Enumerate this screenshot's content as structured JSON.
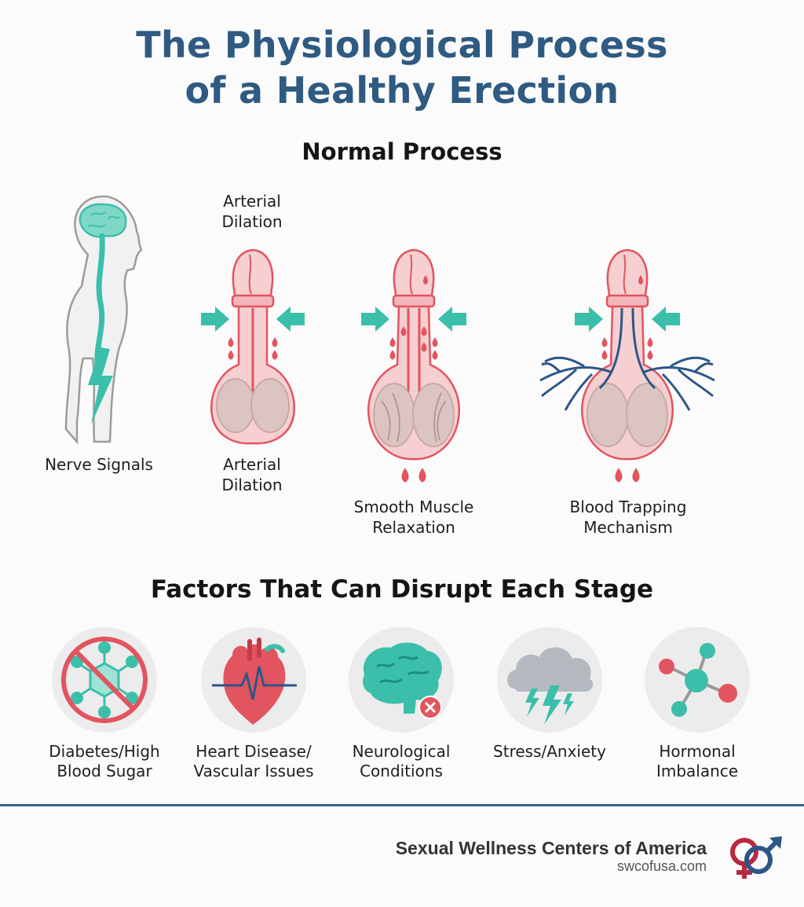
{
  "title_line1": "The Physiological Process",
  "title_line2": "of a Healthy Erection",
  "normal_heading": "Normal Process",
  "stages": {
    "nerve": "Nerve Signals",
    "arterial_top_1": "Arterial",
    "arterial_top_2": "Dilation",
    "arterial_bottom_1": "Arterial",
    "arterial_bottom_2": "Dilation",
    "smooth_1": "Smooth Muscle",
    "smooth_2": "Relaxation",
    "trap_1": "Blood Trapping",
    "trap_2": "Mechanism"
  },
  "factors_heading": "Factors That Can Disrupt Each Stage",
  "factors": [
    {
      "line1": "Diabetes/High",
      "line2": "Blood Sugar",
      "icon": "prohibited-molecule-icon"
    },
    {
      "line1": "Heart Disease/",
      "line2": "Vascular Issues",
      "icon": "heart-pulse-icon"
    },
    {
      "line1": "Neurological",
      "line2": "Conditions",
      "icon": "brain-x-icon"
    },
    {
      "line1": "Stress/Anxiety",
      "line2": "",
      "icon": "storm-cloud-icon"
    },
    {
      "line1": "Hormonal",
      "line2": "Imbalance",
      "icon": "molecule-icon"
    }
  ],
  "footer": {
    "org": "Sexual Wellness Centers of America",
    "url": "swcofusa.com"
  },
  "colors": {
    "title": "#2f5a82",
    "teal": "#3bbfaa",
    "red": "#e2545f",
    "pink": "#f6cfd1",
    "navy": "#2d5688"
  }
}
